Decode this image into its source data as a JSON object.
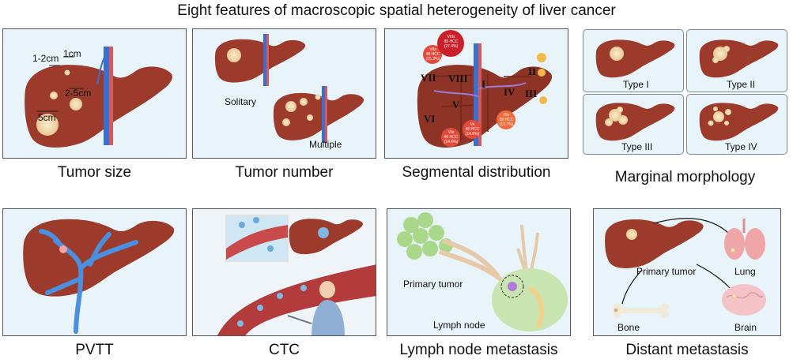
{
  "title": "Eight features of macroscopic spatial heterogeneity of liver cancer",
  "colors": {
    "liver": "#9c3a2c",
    "panel_bg": "#e9f4fa",
    "tumor": "#f0d7a8",
    "vein_blue": "#3a6fd1",
    "artery_red": "#d45b5b"
  },
  "panels": {
    "tumor_size": {
      "caption": "Tumor size",
      "labels": [
        "1cm",
        "1-2cm",
        "2-5cm",
        "5cm"
      ]
    },
    "tumor_number": {
      "caption": "Tumor number",
      "labels": [
        "Solitary",
        "Multiple"
      ]
    },
    "segmental": {
      "caption": "Segmental distribution",
      "segments": [
        "VII",
        "VIII",
        "I",
        "II",
        "III",
        "IV",
        "V",
        "VI"
      ],
      "badges": [
        {
          "seg": "VIIIs",
          "n": "85 HCC",
          "p": "(27.4%)"
        },
        {
          "seg": "VIIs",
          "n": "48 HCC",
          "p": "(15.2%)"
        },
        {
          "seg": "VIs",
          "n": "46 HCC",
          "p": "(14.6%)"
        },
        {
          "seg": "Vs",
          "n": "46 HCC",
          "p": "(14.6%)"
        },
        {
          "seg": "IVs",
          "n": "39 HCC",
          "p": "(12.7%)"
        }
      ]
    },
    "marginal": {
      "caption": "Marginal morphology",
      "types": [
        "Type I",
        "Type II",
        "Type III",
        "Type IV"
      ]
    },
    "pvtt": {
      "caption": "PVTT"
    },
    "ctc": {
      "caption": "CTC"
    },
    "lymph": {
      "caption": "Lymph node metastasis",
      "labels": [
        "Primary tumor",
        "Lymph node"
      ]
    },
    "distant": {
      "caption": "Distant metastasis",
      "labels": [
        "Primary tumor",
        "Lung",
        "Bone",
        "Brain"
      ]
    }
  }
}
